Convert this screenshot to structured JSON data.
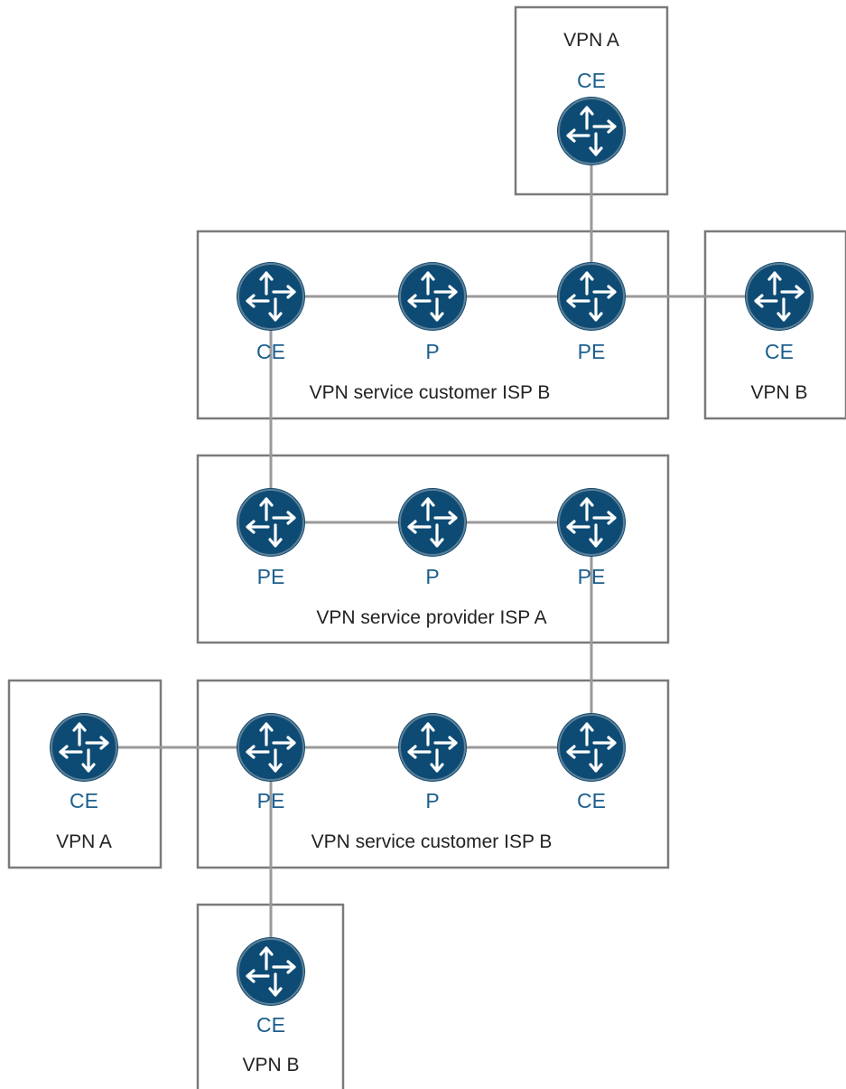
{
  "diagram": {
    "boxes": {
      "vpn_a_top": "VPN A",
      "isp_b_customer_top": "VPN service customer ISP B",
      "vpn_b_right": "VPN B",
      "isp_a_provider": "VPN service provider ISP A",
      "vpn_a_left": "VPN A",
      "isp_b_customer_bottom": "VPN service customer ISP B",
      "vpn_b_bottom": "VPN B"
    },
    "routers": {
      "vpn_a_top_ce": "CE",
      "isp_b_top_ce": "CE",
      "isp_b_top_p": "P",
      "isp_b_top_pe": "PE",
      "vpn_b_right_ce": "CE",
      "isp_a_pe_left": "PE",
      "isp_a_p": "P",
      "isp_a_pe_right": "PE",
      "vpn_a_left_ce": "CE",
      "isp_b_bottom_pe": "PE",
      "isp_b_bottom_p": "P",
      "isp_b_bottom_ce": "CE",
      "vpn_b_bottom_ce": "CE"
    },
    "colors": {
      "router": "#0d4b74",
      "label": "#1c5f8e",
      "link": "#9a9a9a",
      "box_border": "#7a7a7a"
    },
    "icon": "router-icon"
  }
}
